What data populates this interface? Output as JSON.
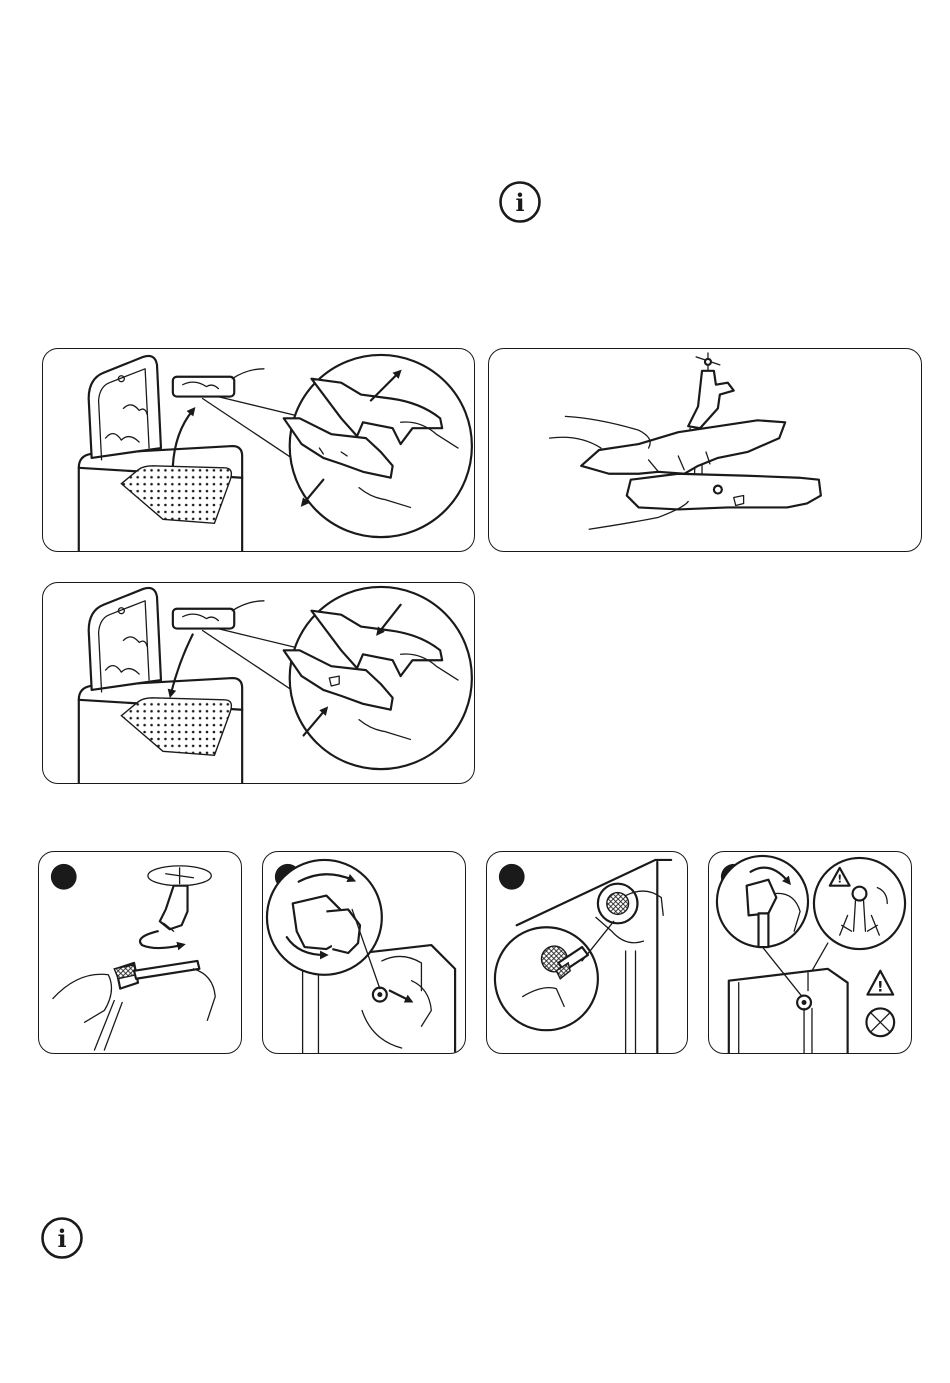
{
  "page": {
    "info_icon_glyph": "i",
    "icon_color": "#1a1a1a"
  },
  "figures": {
    "dispenser_removal": {
      "icon": "dispenser-removal-illustration"
    },
    "dispenser_rinse": {
      "icon": "dispenser-rinse-under-tap-illustration"
    },
    "dispenser_refit": {
      "icon": "dispenser-refit-illustration"
    }
  },
  "steps": [
    {
      "marker": "step-1-marker",
      "icon": "tap-filter-clean-illustration"
    },
    {
      "marker": "step-2-marker",
      "icon": "hose-unscrew-illustration"
    },
    {
      "marker": "step-3-marker",
      "icon": "inlet-filter-clean-illustration"
    },
    {
      "marker": "step-4-marker",
      "icon": "hose-reattach-warning-illustration"
    }
  ]
}
